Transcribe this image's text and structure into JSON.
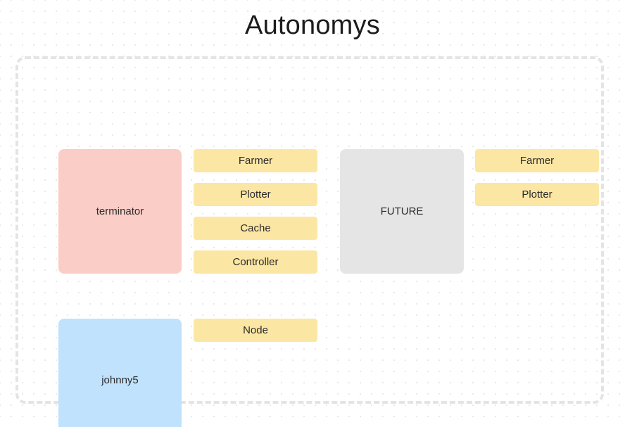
{
  "page": {
    "title": "Autonomys"
  },
  "group": {
    "name": "autonomys-group"
  },
  "colors": {
    "host_terminator": "#fbcdc7",
    "host_johnny5": "#c0e2fc",
    "host_future": "#e5e5e5",
    "service_pill": "#fce6a4",
    "text": "#2b2b2b",
    "dashed_border": "#e4e4e4",
    "dot_grid": "#e9e9e9",
    "background": "#ffffff"
  },
  "hosts": [
    {
      "id": "terminator",
      "label": "terminator"
    },
    {
      "id": "future",
      "label": "FUTURE"
    },
    {
      "id": "johnny5",
      "label": "johnny5"
    }
  ],
  "services": {
    "terminator": [
      {
        "id": "farmer",
        "label": "Farmer"
      },
      {
        "id": "plotter",
        "label": "Plotter"
      },
      {
        "id": "cache",
        "label": "Cache"
      },
      {
        "id": "controller",
        "label": "Controller"
      }
    ],
    "future": [
      {
        "id": "farmer",
        "label": "Farmer"
      },
      {
        "id": "plotter",
        "label": "Plotter"
      }
    ],
    "johnny5": [
      {
        "id": "node",
        "label": "Node"
      }
    ]
  }
}
